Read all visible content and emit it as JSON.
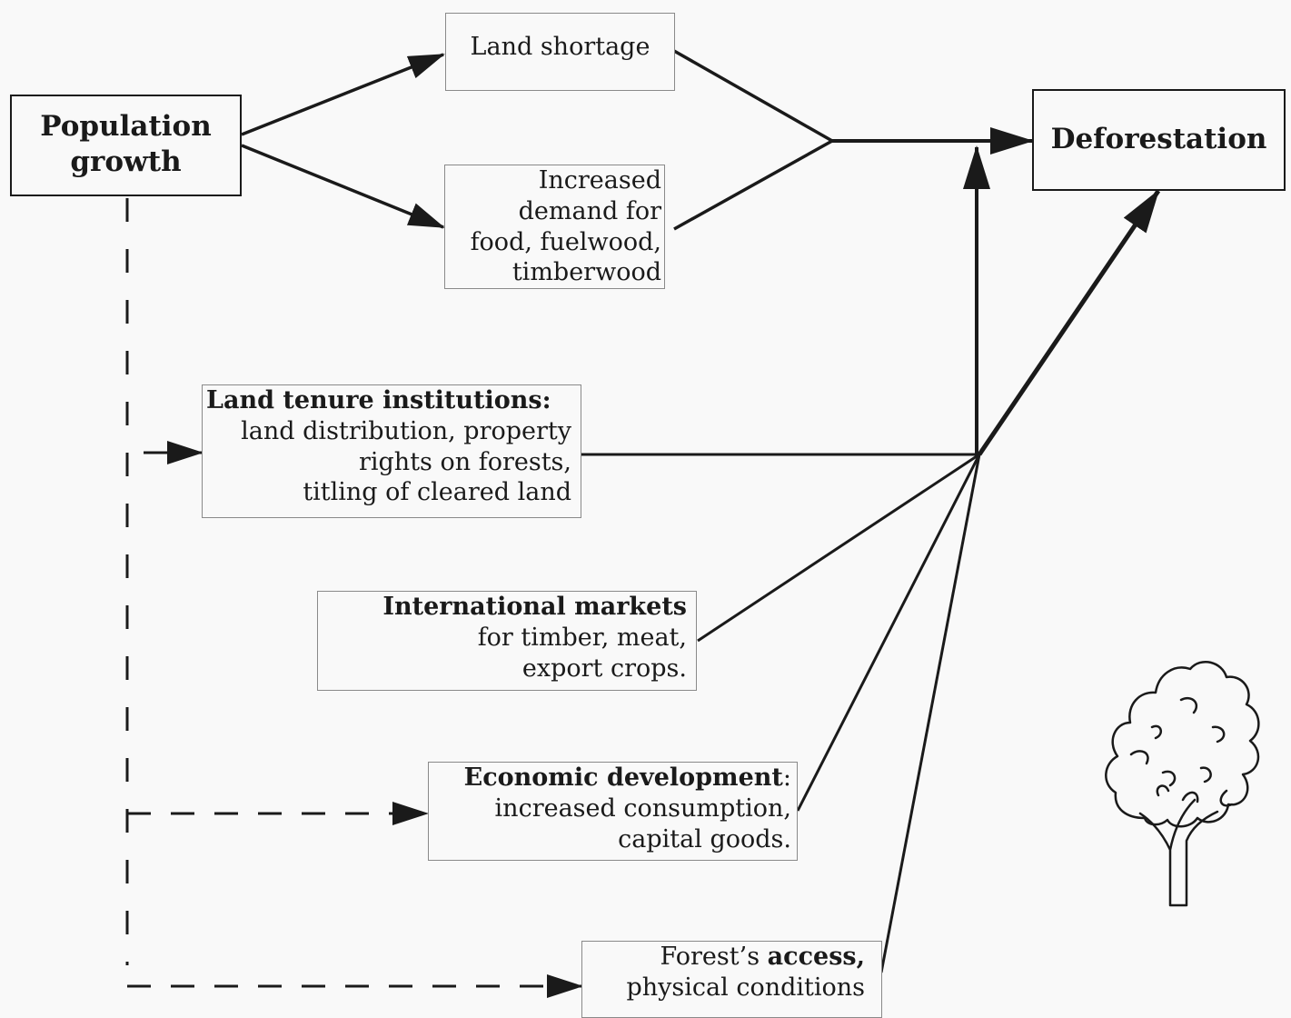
{
  "nodes": {
    "population": {
      "line1": "Population",
      "line2": "growth"
    },
    "land_shortage": {
      "text": "Land shortage"
    },
    "demand": {
      "lines": [
        "Increased",
        "demand for",
        "food, fuelwood,",
        "timberwood"
      ]
    },
    "deforestation": {
      "text": "Deforestation"
    },
    "tenure": {
      "heading": "Land tenure institutions:",
      "lines": [
        "land distribution, property",
        "rights on forests,",
        "titling of cleared land"
      ]
    },
    "markets": {
      "heading": "International markets",
      "lines": [
        "for timber, meat,",
        "export crops."
      ]
    },
    "economic": {
      "heading": "Economic development",
      "heading_suffix": ":",
      "lines": [
        "increased consumption,",
        "capital goods."
      ]
    },
    "access": {
      "prefix": "Forest’s ",
      "bold": "access,",
      "line2": "physical conditions"
    }
  },
  "icons": {
    "tree": "tree-icon"
  },
  "colors": {
    "ink": "#1a1a1a",
    "box_border": "#8a8a8a",
    "background": "#f9f9f9"
  }
}
